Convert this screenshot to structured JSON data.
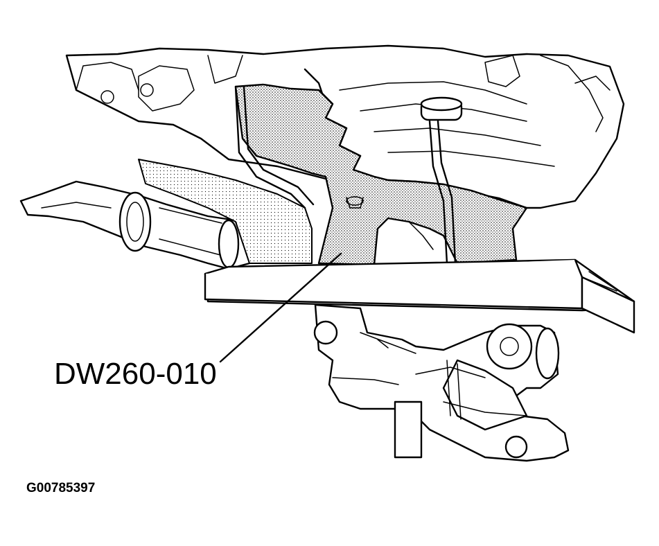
{
  "callout": {
    "label": "DW260-010"
  },
  "figure": {
    "id": "G00785397"
  },
  "colors": {
    "line": "#000000",
    "background": "#ffffff",
    "shading": "#9a9a9a"
  },
  "icons": [
    "transmission-illustration",
    "leader-line"
  ]
}
